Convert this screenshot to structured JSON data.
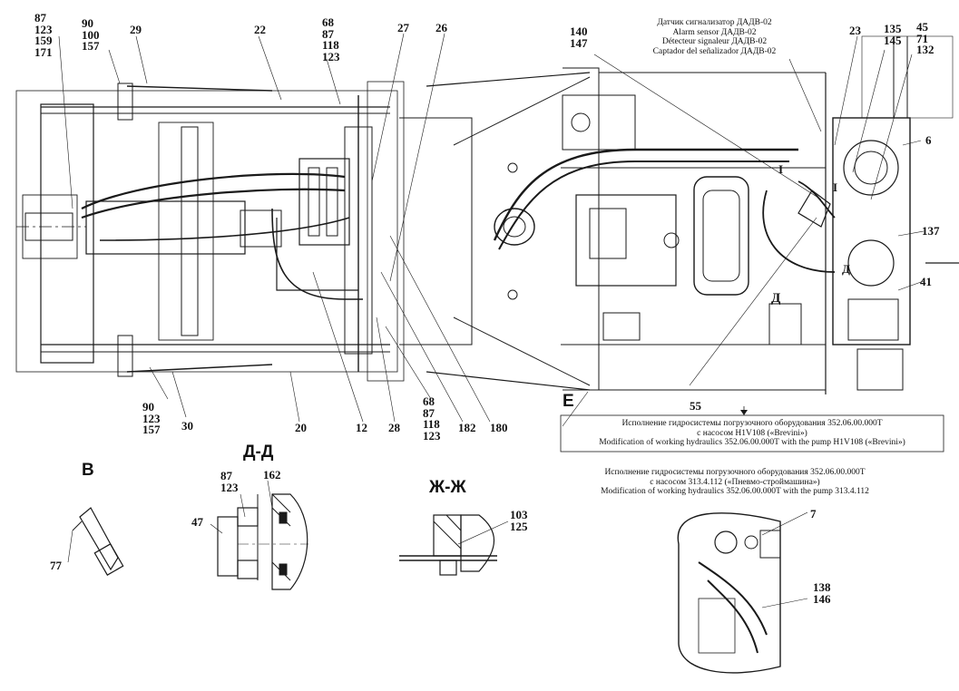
{
  "callouts": {
    "c87_123_159_171": [
      "87",
      "123",
      "159",
      "171"
    ],
    "c90_100_157": [
      "90",
      "100",
      "157"
    ],
    "c29": "29",
    "c22": "22",
    "c68_87_118_123_top": [
      "68",
      "87",
      "118",
      "123"
    ],
    "c27": "27",
    "c26": "26",
    "c140_147": [
      "140",
      "147"
    ],
    "c23": "23",
    "c135_145": [
      "135",
      "145"
    ],
    "c45_71_132": [
      "45",
      "71",
      "132"
    ],
    "c6": "6",
    "c137": "137",
    "c41": "41",
    "c55": "55",
    "c90_123_157": [
      "90",
      "123",
      "157"
    ],
    "c30": "30",
    "c20": "20",
    "c12": "12",
    "c28": "28",
    "c68_87_118_123_bottom": [
      "68",
      "87",
      "118",
      "123"
    ],
    "c182": "182",
    "c180": "180",
    "c87_123_dd": [
      "87",
      "123"
    ],
    "c162": "162",
    "c47": "47",
    "c77": "77",
    "c103_125": [
      "103",
      "125"
    ],
    "c7": "7",
    "c138_146": [
      "138",
      "146"
    ],
    "mark_I_1": "I",
    "mark_I_2": "I",
    "mark_D": "Д"
  },
  "views": {
    "B": "В",
    "DD": "Д-Д",
    "ZhZh": "Ж-Ж",
    "E": "Е",
    "D_arrow": "Д"
  },
  "sensor_label": {
    "ru": "Датчик сигнализатор ДАДВ-02",
    "en": "Alarm sensor ДАДВ-02",
    "fr": "Détecteur signaleur ДАДВ-02",
    "es": "Captador del señalizador ДАДВ-02"
  },
  "note_brevini": {
    "line1": "Исполнение гидросистемы погрузочного оборудования 352.06.00.000Т",
    "line2": "с насосом H1V108 («Brevini»)",
    "line3": "Modification of working hydraulics 352.06.00.000T with the pump H1V108 («Brevini»)"
  },
  "note_pnevmo": {
    "line1": "Исполнение гидросистемы погрузочного оборудования 352.06.00.000Т",
    "line2": "с насосом 313.4.112 («Пневмо-строймашина»)",
    "line3": "Modification of working hydraulics 352.06.00.000T with the pump 313.4.112"
  }
}
